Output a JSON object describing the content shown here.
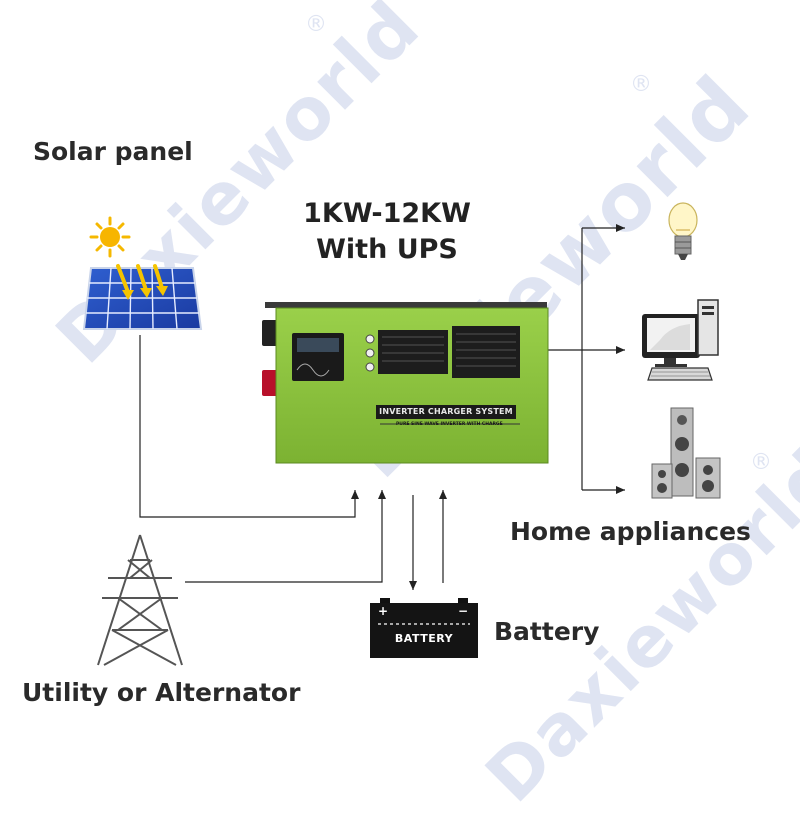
{
  "title": {
    "line1": "1KW-12KW",
    "line2": "With UPS"
  },
  "labels": {
    "solar": "Solar panel",
    "home": "Home appliances",
    "battery": "Battery",
    "utility": "Utility or Alternator"
  },
  "battery_box": {
    "text": "BATTERY",
    "plus": "+",
    "minus": "−"
  },
  "inverter": {
    "banner": "INVERTER CHARGER SYSTEM",
    "subtitle": "PURE SINE WAVE INVERTER WITH CHARGE",
    "body_color": "#8cc63f"
  },
  "watermark": {
    "text": "Daxieworld",
    "mark": "®"
  },
  "icons": [
    "sun-icon",
    "solar-panel-icon",
    "light-bulb-icon",
    "computer-icon",
    "speaker-icon",
    "power-tower-icon"
  ]
}
